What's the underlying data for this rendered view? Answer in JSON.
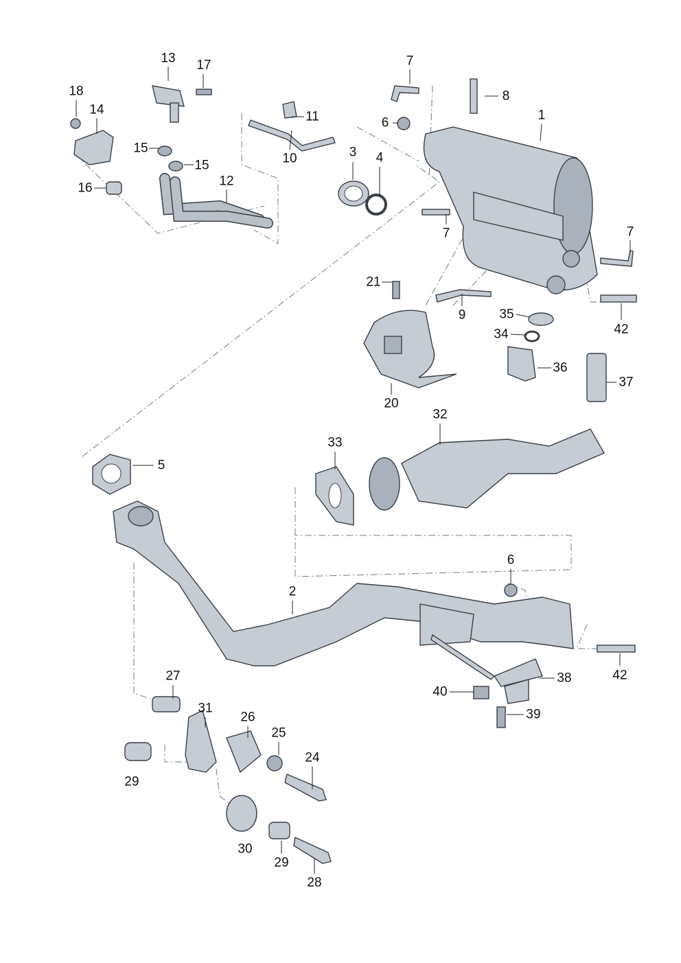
{
  "diagram": {
    "type": "exploded-parts-diagram",
    "callouts": [
      "13",
      "17",
      "18",
      "14",
      "15",
      "15",
      "16",
      "11",
      "10",
      "12",
      "3",
      "4",
      "7",
      "8",
      "1",
      "6",
      "7",
      "7",
      "21",
      "9",
      "35",
      "34",
      "42",
      "36",
      "37",
      "20",
      "32",
      "33",
      "5",
      "6",
      "2",
      "42",
      "38",
      "40",
      "39",
      "27",
      "31",
      "26",
      "25",
      "24",
      "29",
      "30",
      "29",
      "28"
    ]
  }
}
